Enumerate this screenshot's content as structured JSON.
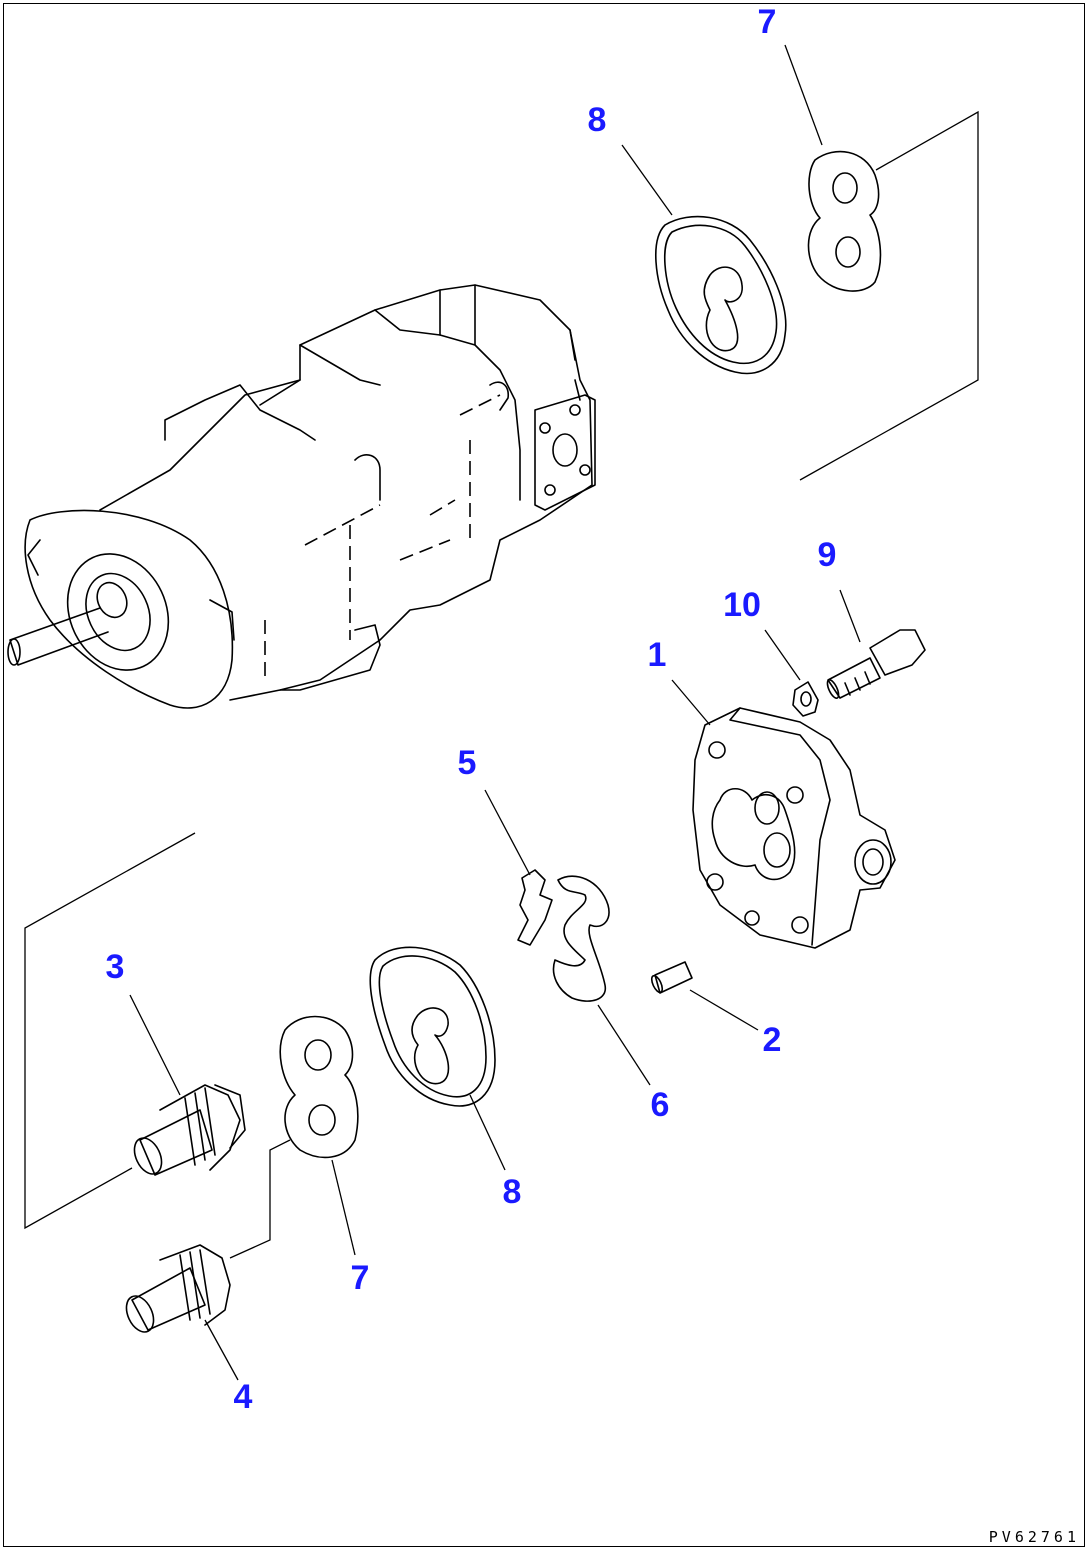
{
  "drawing_code": "PV62761",
  "callouts": [
    {
      "id": "c1",
      "label": "1"
    },
    {
      "id": "c2",
      "label": "2"
    },
    {
      "id": "c3",
      "label": "3"
    },
    {
      "id": "c4",
      "label": "4"
    },
    {
      "id": "c5",
      "label": "5"
    },
    {
      "id": "c6",
      "label": "6"
    },
    {
      "id": "c7a",
      "label": "7"
    },
    {
      "id": "c7b",
      "label": "7"
    },
    {
      "id": "c8a",
      "label": "8"
    },
    {
      "id": "c8b",
      "label": "8"
    },
    {
      "id": "c9",
      "label": "9"
    },
    {
      "id": "c10",
      "label": "10"
    }
  ],
  "colors": {
    "callout": "#1a1aff",
    "line": "#000000"
  }
}
